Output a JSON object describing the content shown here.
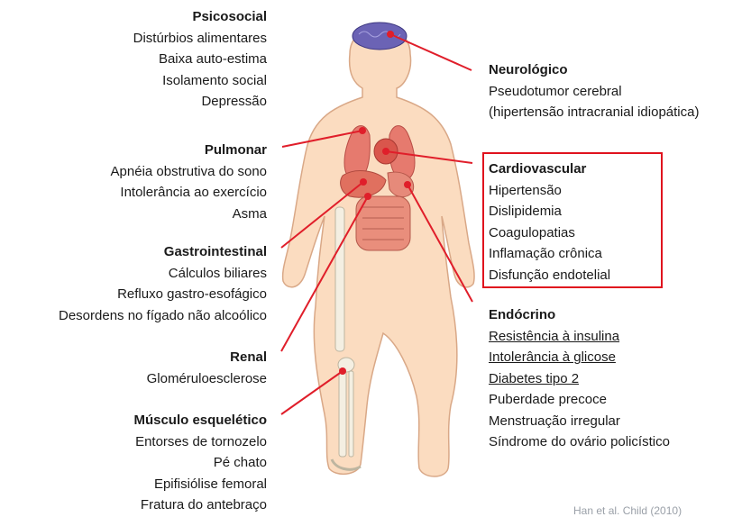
{
  "left_groups": [
    {
      "id": "psico",
      "title": "Psicosocial",
      "items": [
        {
          "text": "Distúrbios alimentares",
          "underline": false
        },
        {
          "text": "Baixa auto-estima",
          "underline": false
        },
        {
          "text": "Isolamento social",
          "underline": false
        },
        {
          "text": "Depressão",
          "underline": false
        }
      ]
    },
    {
      "id": "pulmo",
      "title": "Pulmonar",
      "items": [
        {
          "text": "Apnéia obstrutiva do sono",
          "underline": false
        },
        {
          "text": "Intolerância ao exercício",
          "underline": false
        },
        {
          "text": "Asma",
          "underline": false
        }
      ]
    },
    {
      "id": "gastro",
      "title": "Gastrointestinal",
      "items": [
        {
          "text": "Cálculos biliares",
          "underline": false
        },
        {
          "text": "Refluxo gastro-esofágico",
          "underline": false
        },
        {
          "text": "Desordens no fígado não alcoólico",
          "underline": false
        }
      ]
    },
    {
      "id": "renal",
      "title": "Renal",
      "items": [
        {
          "text": "Gloméruloesclerose",
          "underline": false
        }
      ]
    },
    {
      "id": "musculo",
      "title": "Músculo esquelético",
      "items": [
        {
          "text": "Entorses de tornozelo",
          "underline": false
        },
        {
          "text": "Pé chato",
          "underline": false
        },
        {
          "text": "Epifisiólise femoral",
          "underline": false
        },
        {
          "text": "Fratura do antebraço",
          "underline": false
        }
      ]
    }
  ],
  "right_groups": [
    {
      "id": "neuro",
      "title": "Neurológico",
      "items": [
        {
          "text": "Pseudotumor cerebral",
          "underline": false
        },
        {
          "text": "(hipertensão intracranial idiopática)",
          "underline": false
        }
      ]
    },
    {
      "id": "cardio",
      "title": "Cardiovascular",
      "items": [
        {
          "text": "Hipertensão",
          "underline": false
        },
        {
          "text": "Dislipidemia",
          "underline": false
        },
        {
          "text": "Coagulopatias",
          "underline": false
        },
        {
          "text": "Inflamação crônica",
          "underline": false
        },
        {
          "text": "Disfunção endotelial",
          "underline": false
        }
      ]
    },
    {
      "id": "endo",
      "title": "Endócrino",
      "items": [
        {
          "text": "Resistência à insulina",
          "underline": true
        },
        {
          "text": "Intolerância à glicose",
          "underline": true
        },
        {
          "text": "Diabetes tipo 2",
          "underline": true
        },
        {
          "text": "Puberdade precoce",
          "underline": false
        },
        {
          "text": "Menstruação irregular",
          "underline": false
        },
        {
          "text": "Síndrome do ovário policístico",
          "underline": false
        }
      ]
    }
  ],
  "citation": "Han et al. Child (2010)",
  "colors": {
    "connector": "#e01e2a",
    "highlight_box": "#e0121e",
    "skin": "#fbdcc0",
    "skin_outline": "#d9a887",
    "organ": "#e67a6e",
    "brain": "#6b63b5",
    "bone": "#f4efe2"
  }
}
